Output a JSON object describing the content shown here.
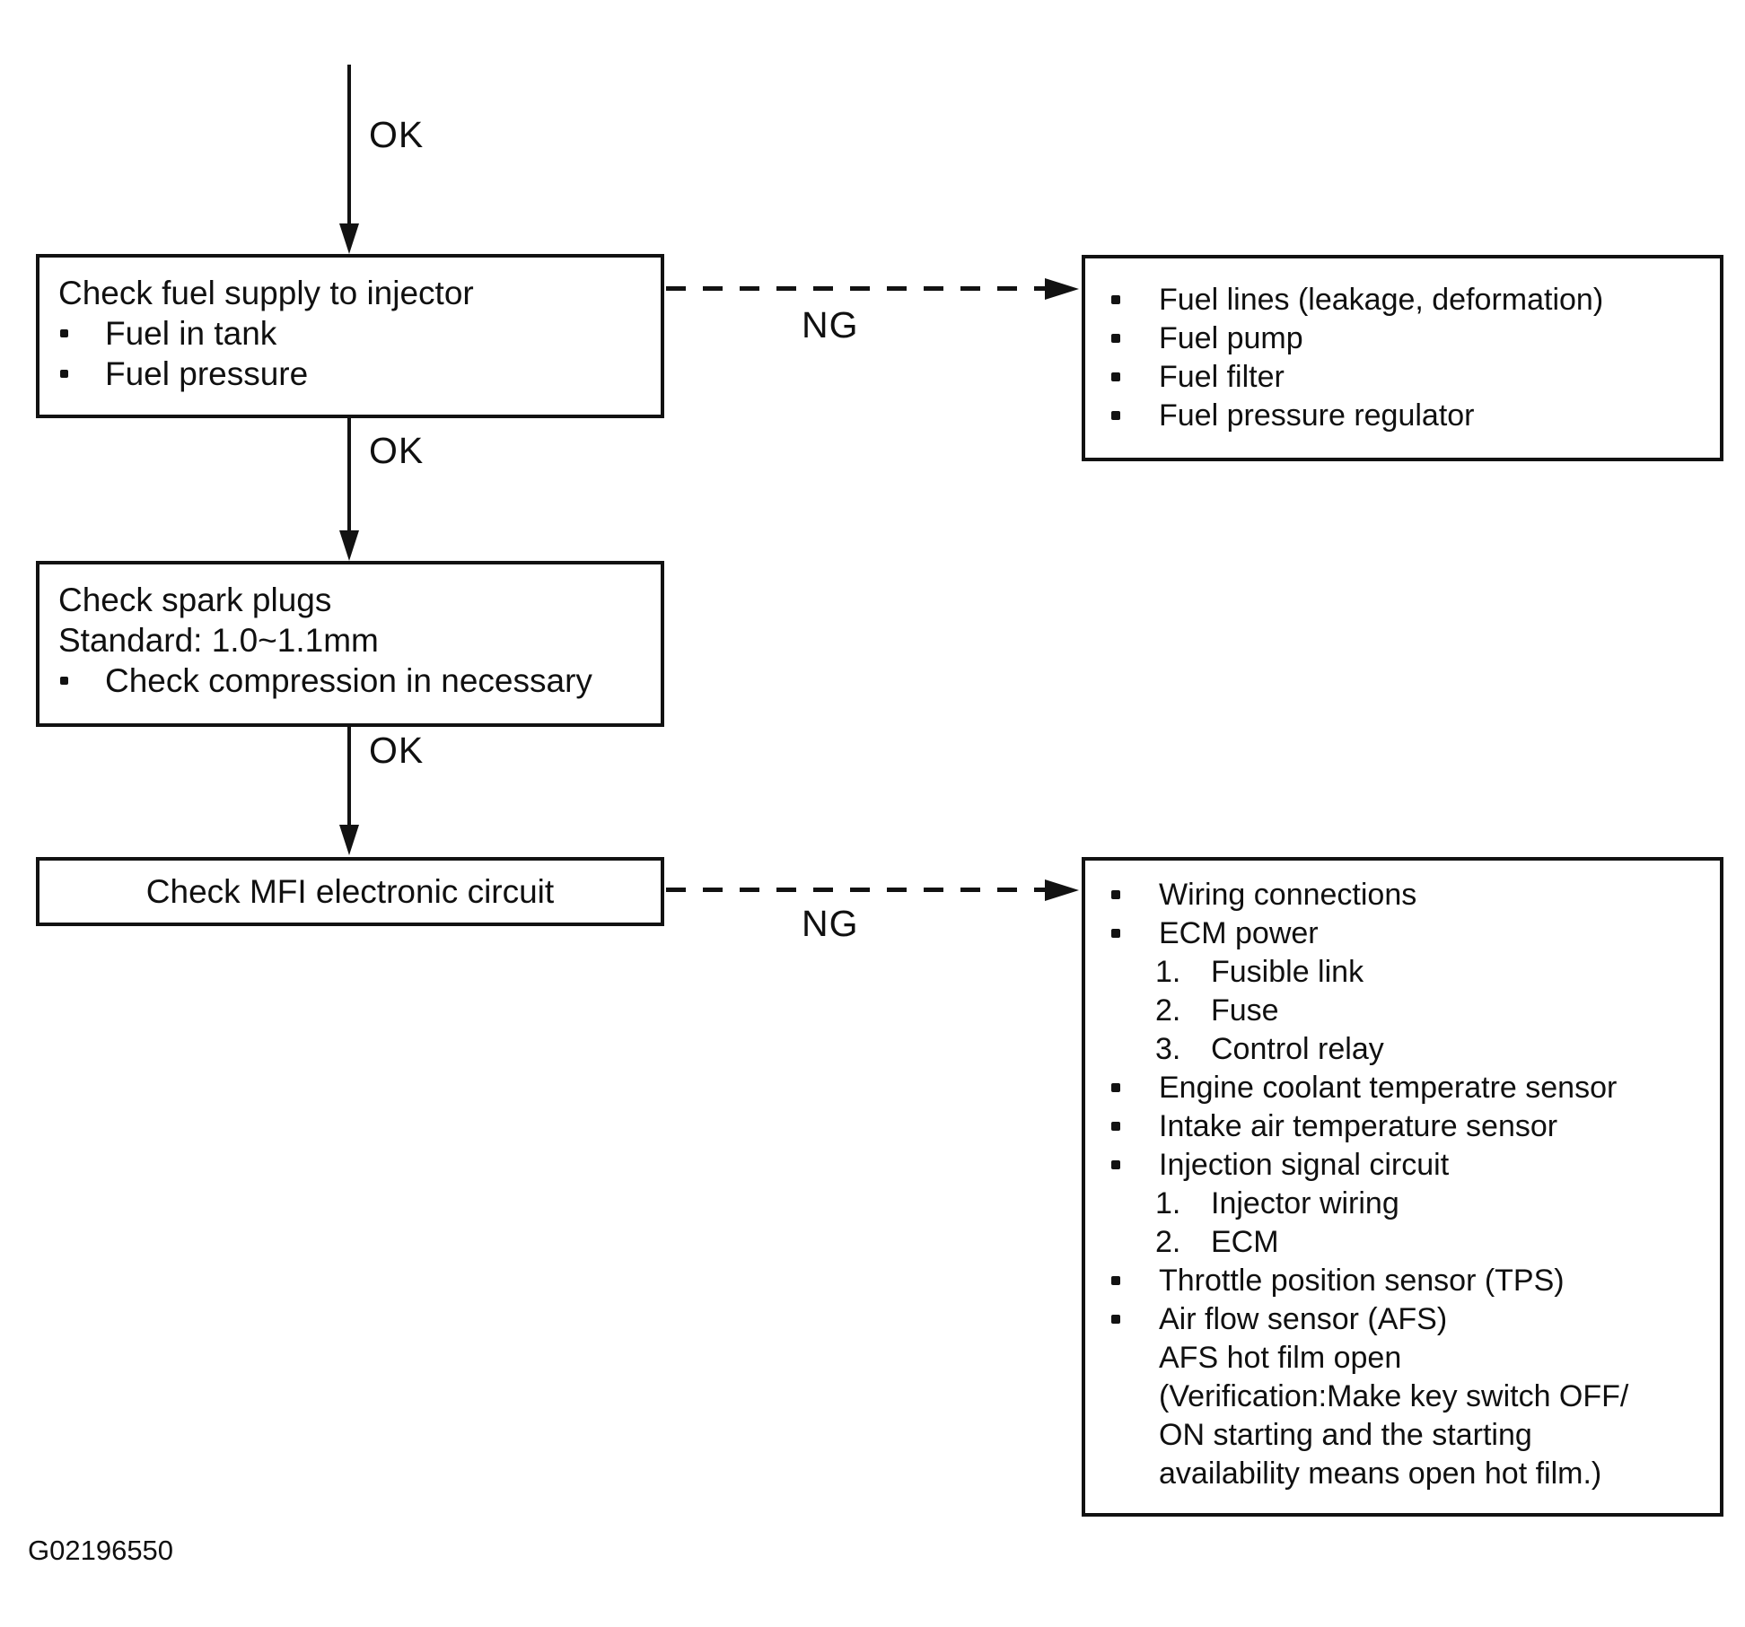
{
  "figure_id": "G02196550",
  "style": {
    "ink_color": "#121212",
    "background_color": "#ffffff"
  },
  "flow_labels": {
    "ok": "OK",
    "ng": "NG"
  },
  "boxes": {
    "fuel_supply": {
      "title": "Check fuel supply to injector",
      "bullets": [
        "Fuel in tank",
        "Fuel pressure"
      ]
    },
    "spark_plugs": {
      "title": "Check spark plugs",
      "subtitle": "Standard: 1.0~1.1mm",
      "bullets": [
        "Check compression in necessary"
      ]
    },
    "mfi_circuit": {
      "title": "Check MFI electronic circuit"
    },
    "fuel_supply_ng": {
      "bullets": [
        "Fuel lines (leakage, deformation)",
        "Fuel pump",
        "Fuel filter",
        "Fuel pressure regulator"
      ]
    },
    "mfi_circuit_ng": {
      "items": [
        {
          "type": "bullet",
          "text": "Wiring connections"
        },
        {
          "type": "bullet",
          "text": "ECM power"
        },
        {
          "type": "num",
          "marker": "1.",
          "text": "Fusible link"
        },
        {
          "type": "num",
          "marker": "2.",
          "text": "Fuse"
        },
        {
          "type": "num",
          "marker": "3.",
          "text": "Control relay"
        },
        {
          "type": "bullet",
          "text": "Engine coolant temperatre sensor"
        },
        {
          "type": "bullet",
          "text": "Intake air temperature sensor"
        },
        {
          "type": "bullet",
          "text": "Injection signal circuit"
        },
        {
          "type": "num",
          "marker": "1.",
          "text": "Injector wiring"
        },
        {
          "type": "num",
          "marker": "2.",
          "text": "ECM"
        },
        {
          "type": "bullet",
          "text": "Throttle position sensor (TPS)"
        },
        {
          "type": "bullet",
          "text": "Air flow sensor (AFS)"
        },
        {
          "type": "plain",
          "text": "AFS hot film open"
        },
        {
          "type": "plain",
          "text": "(Verification:Make key switch OFF/"
        },
        {
          "type": "plain",
          "text": "ON starting and the starting"
        },
        {
          "type": "plain",
          "text": "availability means open hot film.)"
        }
      ]
    }
  }
}
